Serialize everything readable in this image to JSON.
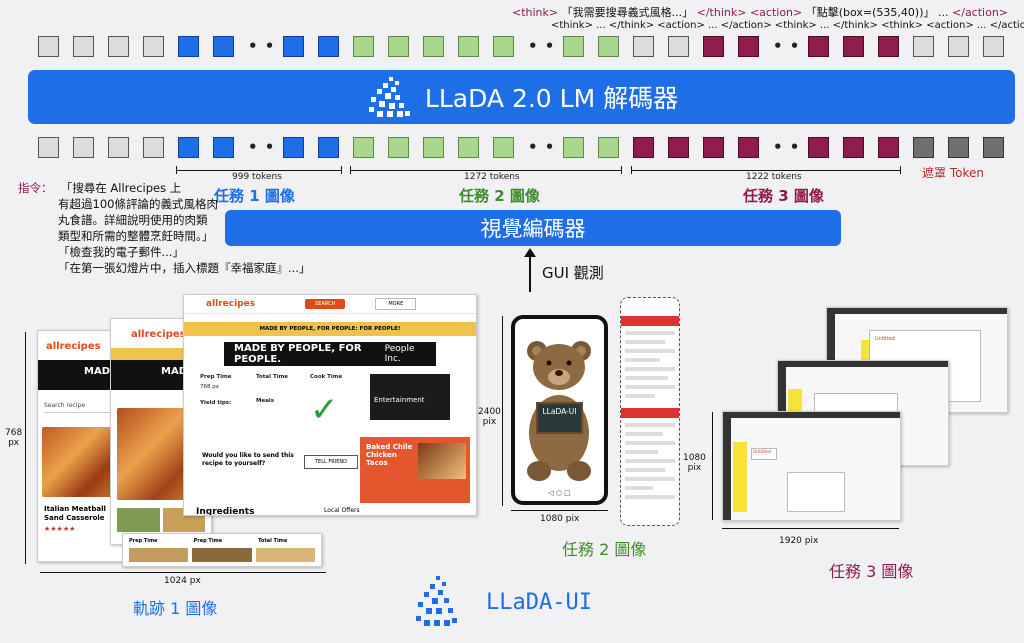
{
  "header": {
    "think_line": {
      "think_open": "<think>",
      "think_text": "「我需要搜尋義式風格...」",
      "think_close": "</think>",
      "action_open": "<action>",
      "action_text": "「點擊(box=(535,40))」",
      "ellipsis": "...",
      "action_close": "</action>"
    },
    "sequence_line": "<think> ... </think> <action> ... </action> <think> ... </think> <think> <action> ... </action>"
  },
  "decoder": {
    "label": "LLaDA 2.0 LM 解碼器"
  },
  "encoder": {
    "label": "視覺編碼器"
  },
  "gui_obs": {
    "label": "GUI 觀測"
  },
  "spans": {
    "task1": {
      "tokens": "999 tokens",
      "label": "任務 1 圖像",
      "color": "#1e6ee8"
    },
    "task2": {
      "tokens": "1272 tokens",
      "label": "任務 2 圖像",
      "color": "#3c8c2a"
    },
    "task3": {
      "tokens": "1222 tokens",
      "label": "任務 3 圖像",
      "color": "#8e1c4c"
    },
    "mask": {
      "label": "遮罩 Token",
      "color": "#b52a2a"
    }
  },
  "instructions": {
    "prefix": "指令：",
    "lines": [
      "「搜尋在 Allrecipes 上",
      "有超過100條評論的義式風格肉",
      "丸食譜。詳細說明使用的肉類",
      "類型和所需的整體烹飪時間。」",
      "「檢查我的電子郵件...」",
      "「在第一張幻燈片中，插入標題『幸福家庭』...」"
    ]
  },
  "trajectory": {
    "height_label": "768",
    "height_unit": "px",
    "width_label": "1024 px",
    "caption": "軌跡 1 圖像",
    "logo": "allrecipes",
    "banner": "MADE BY PEOPLE, FOR PEOPLE.",
    "banner_small": "MADE BY PEOPLE, FOR PEOPLE: FOR PEOPLE!",
    "brand2": "People Inc.",
    "search_hint": "Search recipe",
    "entertainment": "Entertainment",
    "prep_time": "Prep Time",
    "total_time": "Total Time",
    "cook_time": "Cook Time",
    "yield_label": "Yield tips:",
    "meals_label": "Meals",
    "recipe_title": "Italian Meatball Sand Casserole",
    "question": "Would you like to send this recipe to yourself?",
    "button": "TELL FRIEND",
    "ingredients": "Ingredients",
    "local_offers": "Local Offers",
    "chili_title": "Baked Chile Chicken Tacos",
    "nav_search": "SEARCH",
    "nav_more": "MORE"
  },
  "mobile": {
    "height_label": "2400",
    "height_unit": "pix",
    "width_label": "1080 pix",
    "sign": "LLaDA-UI",
    "caption": "任務 2 圖像"
  },
  "desktop": {
    "height_label": "1080",
    "height_unit": "pix",
    "width_label": "1920 pix",
    "caption": "任務 3 圖像",
    "window_title": "Untitled"
  },
  "brand": {
    "name": "LLaDA-UI"
  }
}
